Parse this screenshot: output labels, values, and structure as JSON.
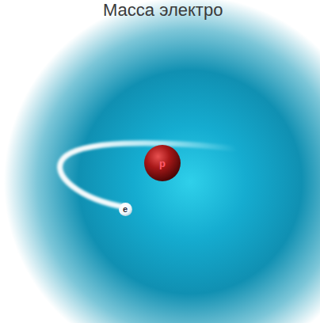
{
  "diagram": {
    "title": "Масса электро",
    "nodes": [
      {
        "text": [
          "p"
        ]
      },
      {
        "text": [
          "e"
        ]
      }
    ]
  }
}
